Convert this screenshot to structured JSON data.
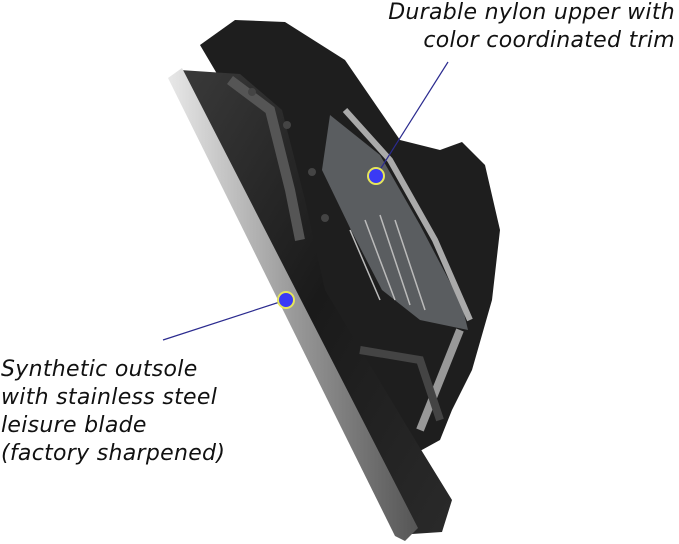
{
  "callouts": {
    "upper": {
      "lines": [
        "Durable nylon upper with",
        "color coordinated trim"
      ]
    },
    "blade": {
      "lines": [
        "Synthetic outsole",
        "with stainless steel",
        "leisure blade",
        "(factory sharpened)"
      ]
    }
  },
  "colors": {
    "marker": "#3a3af5",
    "marker_ring": "#e6e65a",
    "leader": "#2b2b8f",
    "text": "#111111"
  }
}
